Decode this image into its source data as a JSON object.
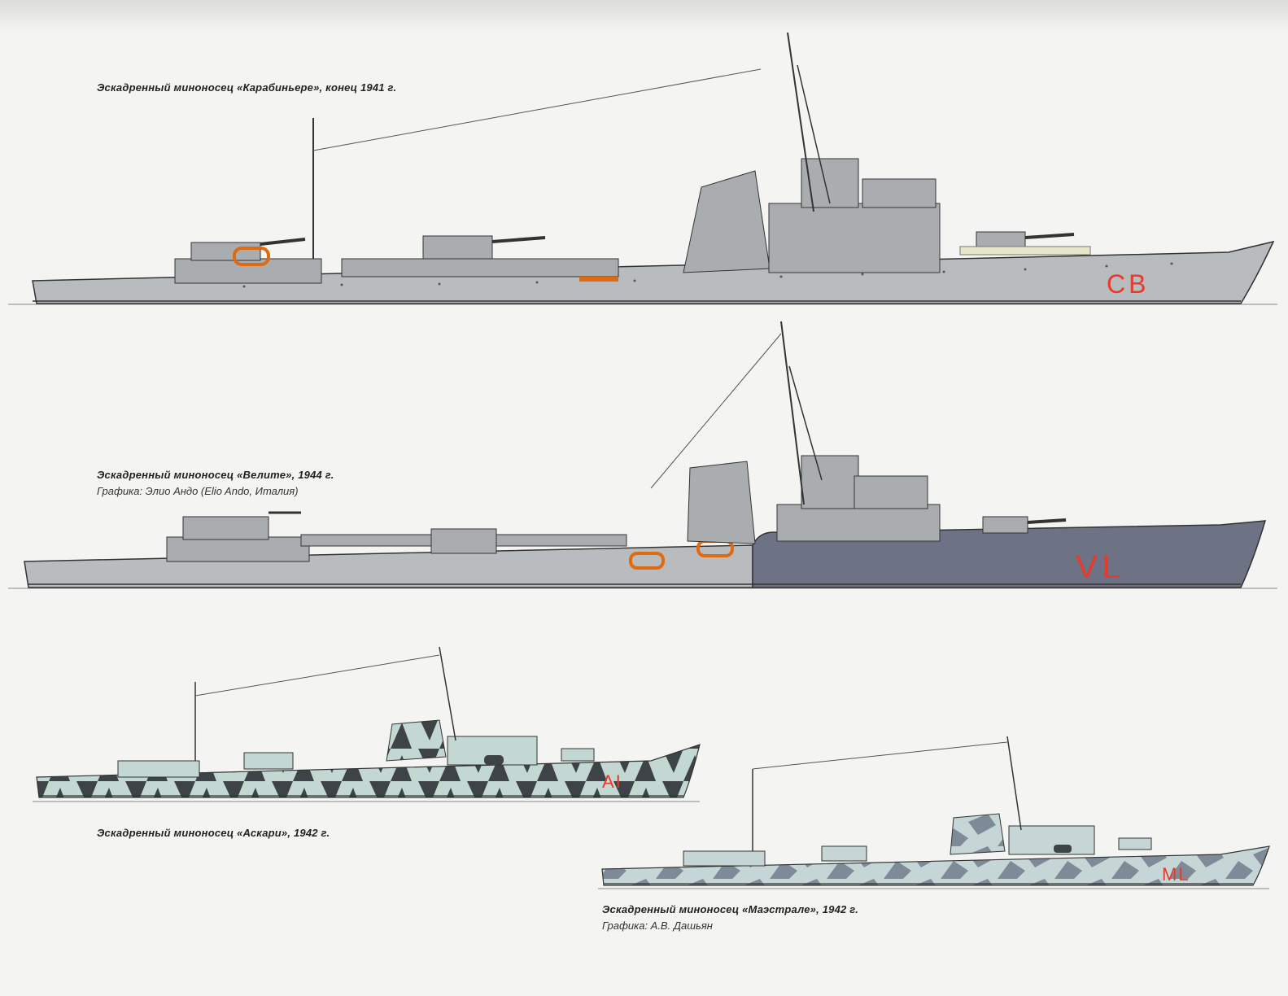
{
  "ships": [
    {
      "caption": "Эскадренный миноносец «Карабиньере», конец 1941 г.",
      "hull_code": "CB",
      "hull_color": "#b9bcbf",
      "code_color": "#e8392b"
    },
    {
      "caption": "Эскадренный миноносец «Велите», 1944 г.",
      "credit": "Графика: Элио Андо (Elio Ando, Италия)",
      "hull_code": "VL",
      "hull_color": "#6e7285",
      "code_color": "#e8392b"
    },
    {
      "caption": "Эскадренный миноносец «Аскари», 1942 г.",
      "hull_code": "AI",
      "hull_color": "#c3d8d3",
      "camo_color": "#3d4347",
      "code_color": "#e8392b"
    },
    {
      "caption": "Эскадренный миноносец «Маэстрале», 1942 г.",
      "credit": "Графика: А.В. Дашьян",
      "hull_code": "ML",
      "hull_color": "#c6d6d6",
      "camo_color": "#7f8a98",
      "code_color": "#e8392b"
    }
  ]
}
